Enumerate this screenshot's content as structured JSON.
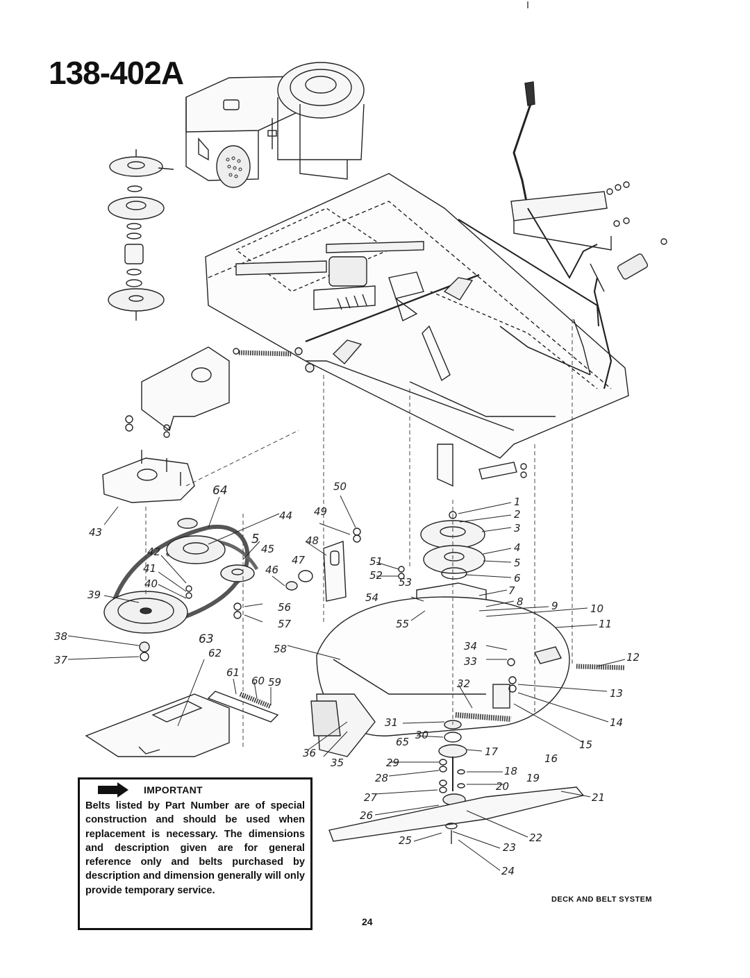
{
  "page": {
    "model_number": "138-402A",
    "section_title": "DECK AND BELT SYSTEM",
    "page_number": "24"
  },
  "notice": {
    "heading": "IMPORTANT",
    "body": "Belts listed by Part Number are of special construction and should be used when replacement is necessary. The dimensions and description given are for general reference only and belts purchased by description and dimension generally will only provide temporary service."
  },
  "callouts": {
    "c1": "1",
    "c2": "2",
    "c3": "3",
    "c4": "4",
    "c5": "5",
    "c6": "6",
    "c7": "7",
    "c8": "8",
    "c9": "9",
    "c10": "10",
    "c11": "11",
    "c12": "12",
    "c13": "13",
    "c14": "14",
    "c15": "15",
    "c16": "16",
    "c17": "17",
    "c18": "18",
    "c19": "19",
    "c20": "20",
    "c21": "21",
    "c22": "22",
    "c23": "23",
    "c24": "24",
    "c25": "25",
    "c26": "26",
    "c27": "27",
    "c28": "28",
    "c29": "29",
    "c30": "30",
    "c31": "31",
    "c32": "32",
    "c33": "33",
    "c34": "34",
    "c35": "35",
    "c36": "36",
    "c37": "37",
    "c38": "38",
    "c39": "39",
    "c40": "40",
    "c41": "41",
    "c42": "42",
    "c43": "43",
    "c44": "44",
    "c45": "45",
    "c46": "46",
    "c47": "47",
    "c48": "48",
    "c49": "49",
    "c50": "50",
    "c51": "51",
    "c52": "52",
    "c53": "53",
    "c54": "54",
    "c55": "55",
    "c56": "56",
    "c57": "57",
    "c58": "58",
    "c59": "59",
    "c60": "60",
    "c61": "61",
    "c62": "62",
    "c63": "63",
    "c64": "64",
    "c65": "65",
    "c5b": "5"
  },
  "colors": {
    "ink": "#111111",
    "paper": "#ffffff"
  }
}
